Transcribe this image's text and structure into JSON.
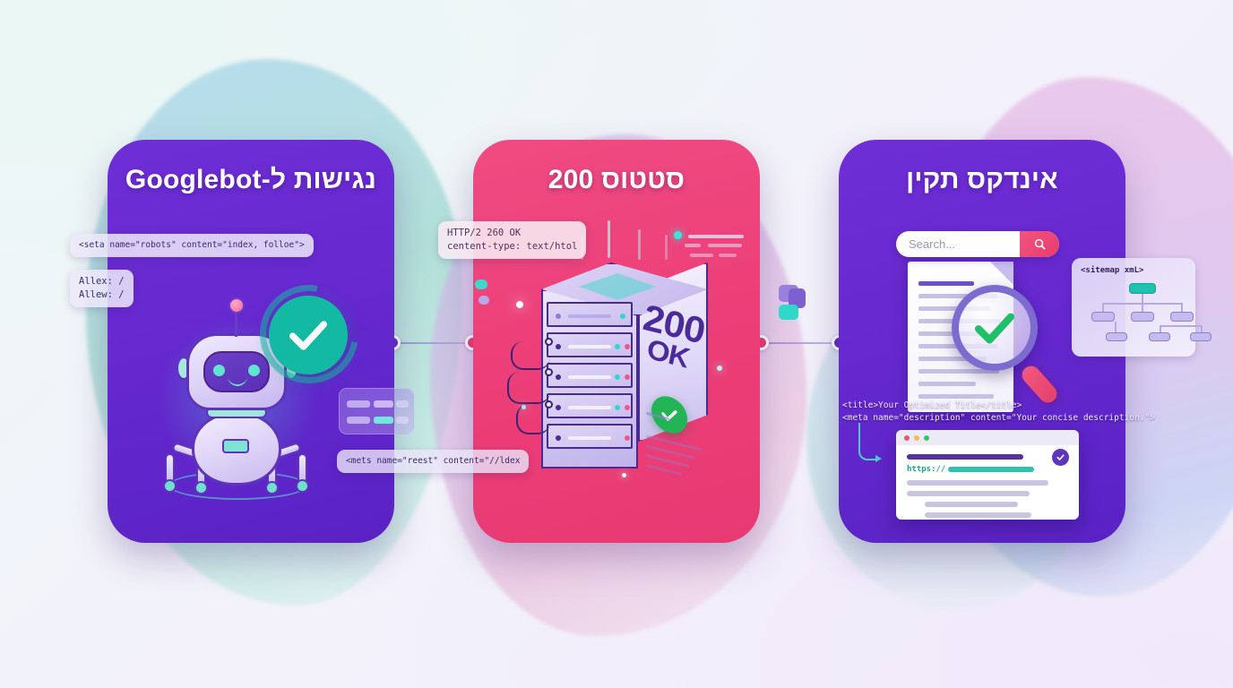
{
  "meta": {
    "accent_purple": "#6328cd",
    "accent_pink": "#ec3d77",
    "accent_teal": "#14b9a3",
    "accent_green": "#22b455",
    "background": "#f2eefb"
  },
  "cards": [
    {
      "id": "accessibility-to-googlebot",
      "title": "נגישות ל-Googlebot",
      "color": "#6328cd",
      "code_chips": [
        {
          "name": "meta-robots",
          "text": "<seta name=\"robots\" content=\"index, folloe\">"
        },
        {
          "name": "robots-allow",
          "line1": "Allex: /",
          "line2": "Allew: /"
        },
        {
          "name": "meta-index",
          "text": "<mets name=\"reest\" content=\"//ldex"
        }
      ],
      "illustration": "friendly-crawler-robot-with-check"
    },
    {
      "id": "status-200",
      "title": "סטטוס 200",
      "color": "#ec3d77",
      "code_chips": [
        {
          "name": "http-response",
          "line1": "HTTP/2 260 OK",
          "line2": "centent-type: text/htol"
        }
      ],
      "server_label": {
        "code": "200",
        "ok": "OK"
      },
      "illustration": "isometric-server-rack-200-ok"
    },
    {
      "id": "valid-index",
      "title": "אינדקס תקין",
      "color": "#6328cd",
      "search": {
        "placeholder": "Search...",
        "button_icon": "search-icon"
      },
      "sitemap": {
        "label": "<sitemap xmL>"
      },
      "meta_code": {
        "line1": "<title>Your Optimized Title</title>",
        "line2": "<meta name=\"description\" content=\"Your concise description.\">"
      },
      "browser_preview": {
        "url_prefix": "https://"
      },
      "illustration": "document-with-magnifier-and-serp-preview"
    }
  ],
  "connectors": [
    {
      "name": "connector-left",
      "from_color": "#5b30c0",
      "to_color": "#ec3d77"
    },
    {
      "name": "connector-right",
      "from_color": "#ec3d77",
      "to_color": "#5b30c0"
    }
  ]
}
